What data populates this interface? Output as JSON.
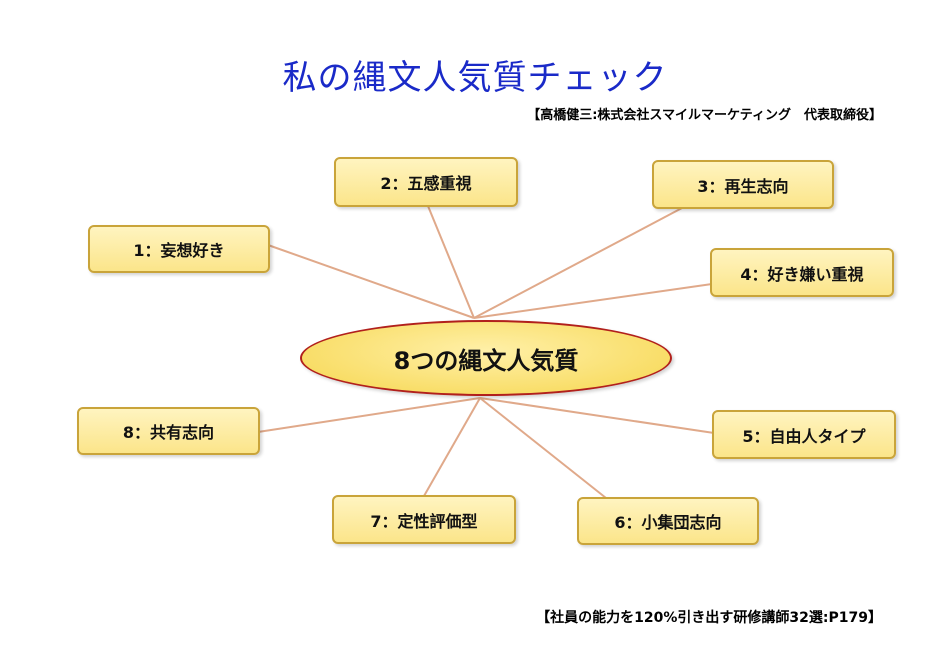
{
  "title": "私の縄文人気質チェック",
  "subtitle": "【高橋健三:株式会社スマイルマーケティング　代表取締役】",
  "center": "8つの縄文人気質",
  "nodes": [
    {
      "label": "1：妄想好き"
    },
    {
      "label": "2：五感重視"
    },
    {
      "label": "3：再生志向"
    },
    {
      "label": "4：好き嫌い重視"
    },
    {
      "label": "5：自由人タイプ"
    },
    {
      "label": "6：小集団志向"
    },
    {
      "label": "7：定性評価型"
    },
    {
      "label": "8：共有志向"
    }
  ],
  "footer": "【社員の能力を120%引き出す研修講師32選:P179】",
  "colors": {
    "title": "#1a2ac8",
    "node_fill": "#fbe58a",
    "node_border": "#c9a43a",
    "center_border": "#b1201c",
    "connector": "#e0a98a"
  }
}
